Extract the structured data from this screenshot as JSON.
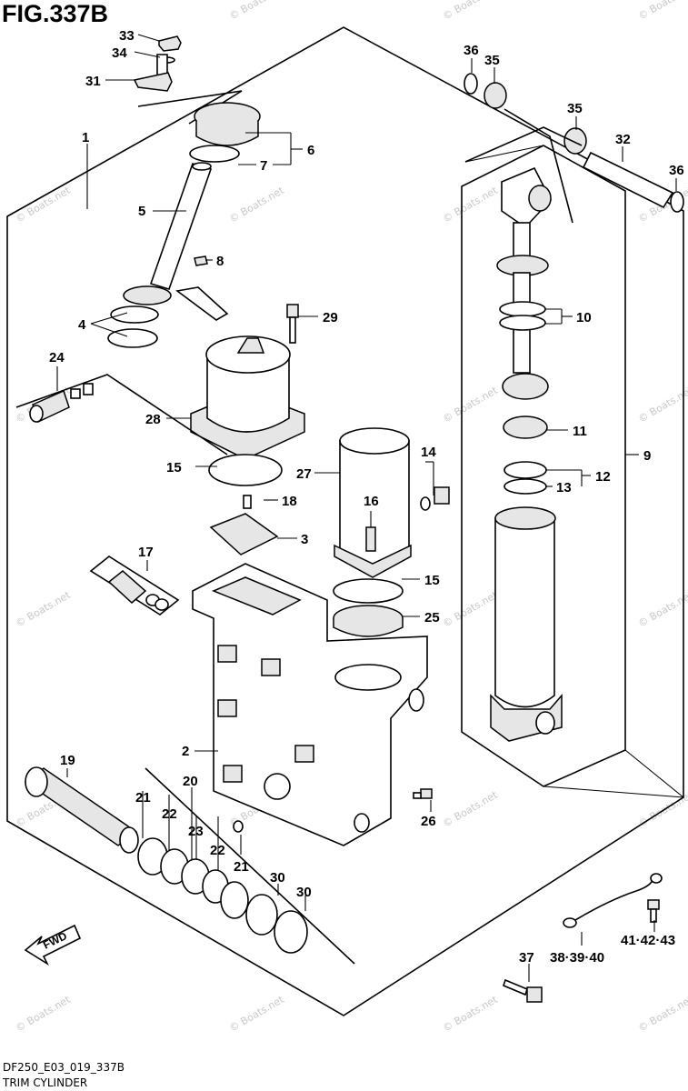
{
  "figure": {
    "title": "FIG.337B",
    "code": "DF250_E03_019_337B",
    "caption": "TRIM CYLINDER",
    "watermark": "© Boats.net",
    "direction_label": "FWD"
  },
  "callouts": [
    "1",
    "2",
    "3",
    "4",
    "5",
    "6",
    "7",
    "8",
    "9",
    "10",
    "11",
    "12",
    "13",
    "14",
    "15",
    "16",
    "17",
    "18",
    "19",
    "20",
    "21",
    "22",
    "23",
    "22",
    "21",
    "24",
    "25",
    "26",
    "27",
    "28",
    "29",
    "30",
    "30",
    "31",
    "32",
    "33",
    "34",
    "35",
    "35",
    "36",
    "36",
    "37",
    "38·39·40",
    "41·42·43",
    "15"
  ],
  "colors": {
    "line": "#000000",
    "background": "#ffffff",
    "watermark": "#c8c8c8"
  }
}
